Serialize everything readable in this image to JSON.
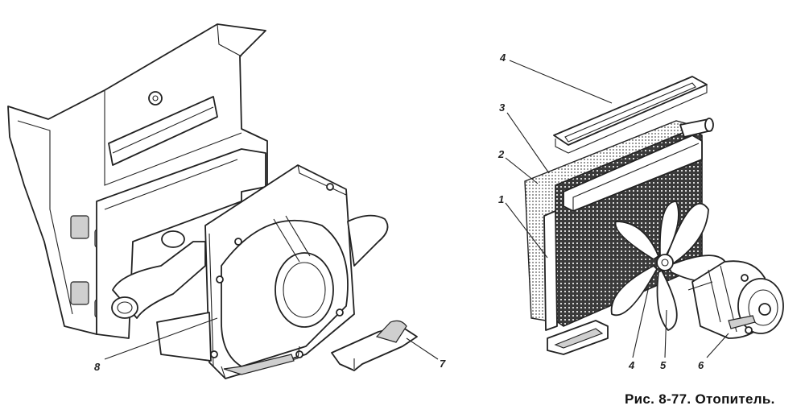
{
  "figure": {
    "caption": "Рис. 8-77. Отопитель.",
    "callouts": [
      {
        "id": "c8",
        "text": "8"
      },
      {
        "id": "c7",
        "text": "7"
      },
      {
        "id": "c4top",
        "text": "4"
      },
      {
        "id": "c3",
        "text": "3"
      },
      {
        "id": "c2",
        "text": "2"
      },
      {
        "id": "c1",
        "text": "1"
      },
      {
        "id": "c4bot",
        "text": "4"
      },
      {
        "id": "c5",
        "text": "5"
      },
      {
        "id": "c6",
        "text": "6"
      }
    ]
  }
}
